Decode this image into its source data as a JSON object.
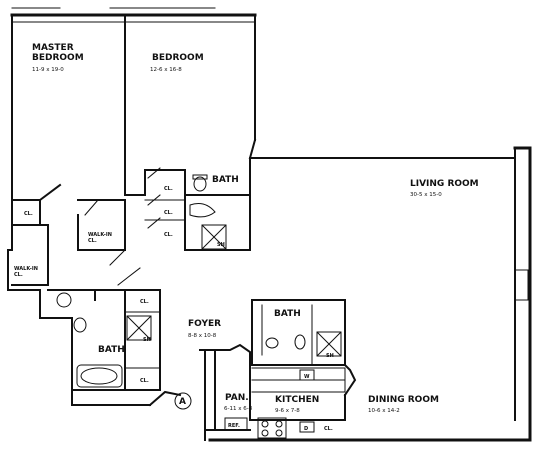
{
  "rooms": {
    "master_bedroom": {
      "name_line1": "MASTER",
      "name_line2": "BEDROOM",
      "dims": "11-9 x 19-0"
    },
    "bedroom": {
      "name": "BEDROOM",
      "dims": "12-6 x 16-8"
    },
    "living_room": {
      "name": "LIVING ROOM",
      "dims": "30-5 x 15-0"
    },
    "foyer": {
      "name": "FOYER",
      "dims": "8-8 x 10-8"
    },
    "dining_room": {
      "name": "DINING ROOM",
      "dims": "10-6 x 14-2"
    },
    "kitchen": {
      "name": "KITCHEN",
      "dims": "9-6 x 7-8"
    },
    "pantry": {
      "name": "PAN.",
      "dims": "6-11 x 6-8"
    }
  },
  "baths": {
    "bath_upper": "BATH",
    "bath_lower": "BATH",
    "bath_right": "BATH"
  },
  "labels": {
    "closet": "CL.",
    "walk_in_line1": "WALK-IN",
    "walk_in_line2": "CL.",
    "shower": "SH",
    "refrigerator": "REF.",
    "washer": "W",
    "dw": "D",
    "unit_marker": "A"
  }
}
